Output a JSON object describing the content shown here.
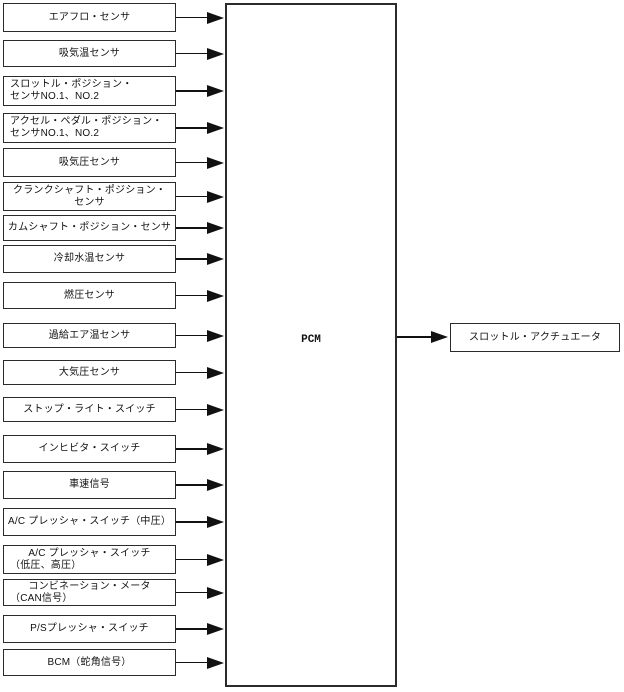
{
  "diagram": {
    "pcm_label": "PCM",
    "output_label": "スロットル・アクチュエータ",
    "inputs": [
      [
        "エアフロ・センサ"
      ],
      [
        "吸気温センサ"
      ],
      [
        "スロットル・ポジション・",
        "センサNO.1、NO.2"
      ],
      [
        "アクセル・ペダル・ポジション・",
        "センサNO.1、NO.2"
      ],
      [
        "吸気圧センサ"
      ],
      [
        "クランクシャフト・ポジション・",
        "センサ"
      ],
      [
        "カムシャフト・ポジション・センサ"
      ],
      [
        "冷却水温センサ"
      ],
      [
        "燃圧センサ"
      ],
      [
        "過給エア温センサ"
      ],
      [
        "大気圧センサ"
      ],
      [
        "ストップ・ライト・スイッチ"
      ],
      [
        "インヒビタ・スイッチ"
      ],
      [
        "車速信号"
      ],
      [
        "A/C プレッシャ・スイッチ（中圧）"
      ],
      [
        "A/C プレッシャ・スイッチ",
        "（低圧、高圧）"
      ],
      [
        "コンビネーション・メータ",
        "（CAN信号）"
      ],
      [
        "P/Sプレッシャ・スイッチ"
      ],
      [
        "BCM（蛇角信号）"
      ]
    ],
    "colors": {
      "line": "#2b2b2b",
      "text": "#111111",
      "background": "#ffffff"
    }
  }
}
